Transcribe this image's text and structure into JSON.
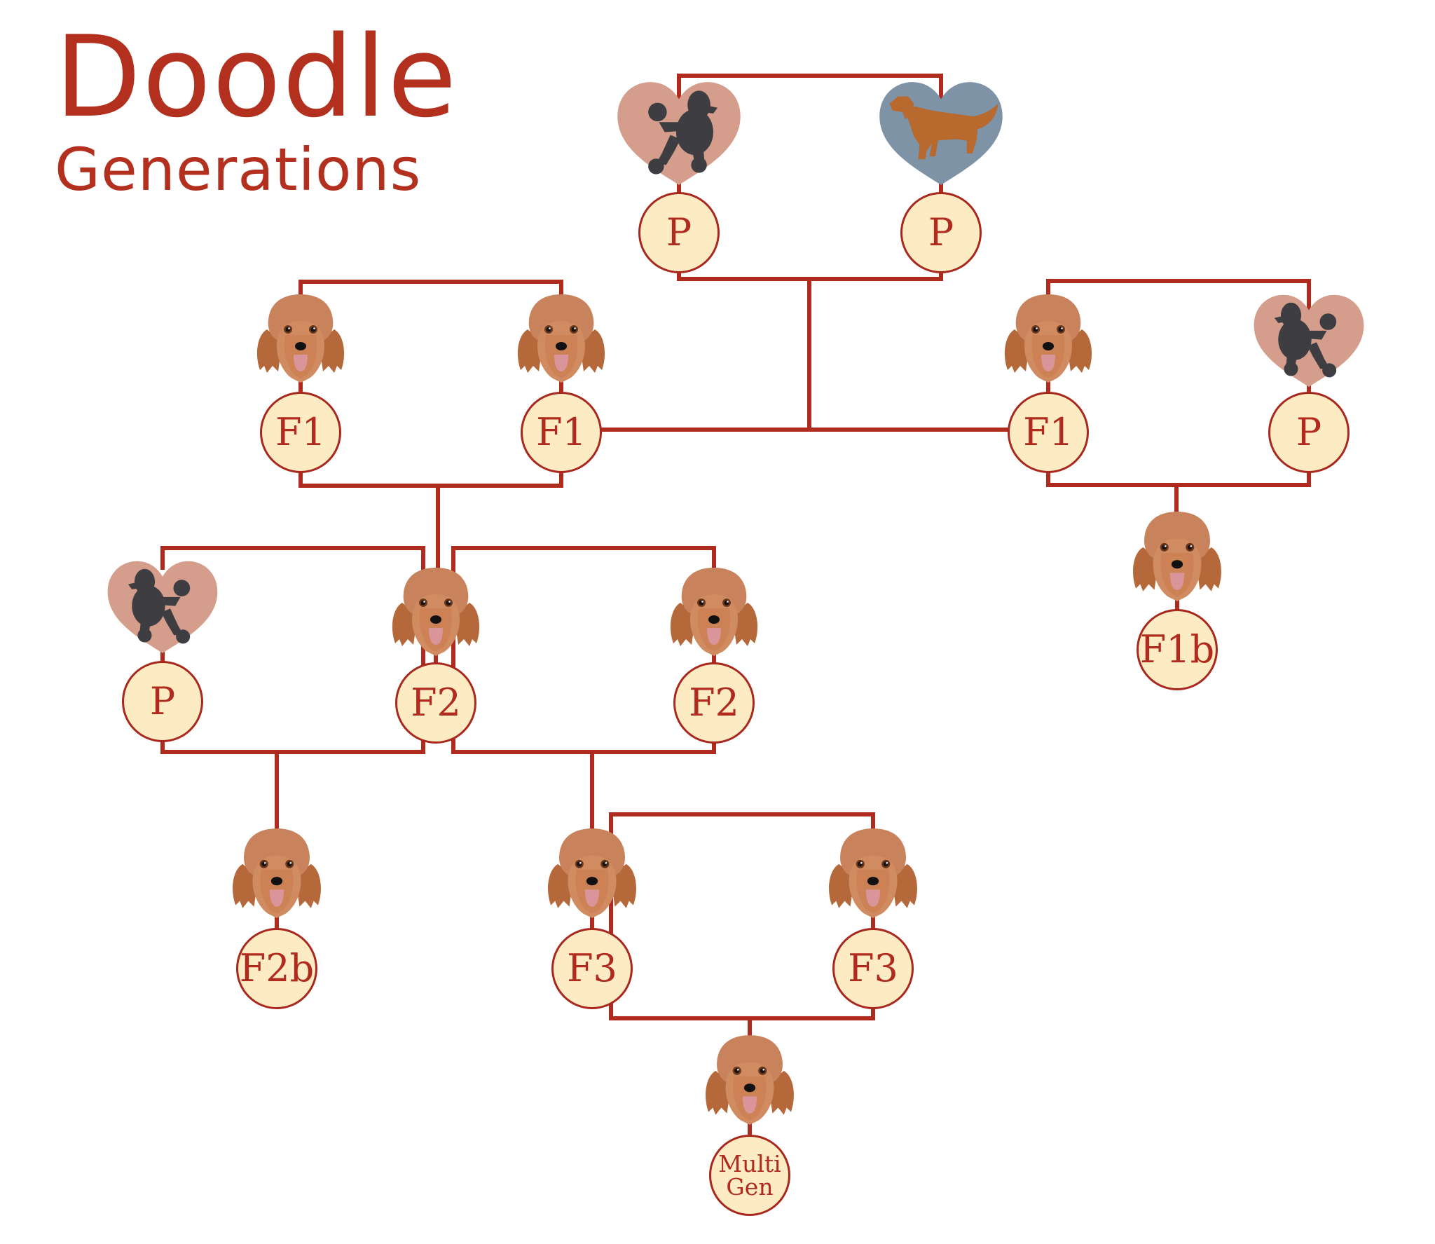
{
  "title": {
    "line1": "Doodle",
    "line2": "Generations"
  },
  "colors": {
    "line": "#B02A1E",
    "node_fill": "#FCEBC3",
    "node_stroke": "#A8281E",
    "title": "#B3301F",
    "poodle_heart": "#D59D8B",
    "retriever_heart": "#7F93A6",
    "poodle": "#3E3E42",
    "retriever": "#B8692E",
    "doodle_fur": "#C47A4F"
  },
  "nodes": {
    "p_poodle_top": {
      "label": "P",
      "icon": "poodle-heart-icon"
    },
    "p_retriever_top": {
      "label": "P",
      "icon": "golden-retriever-heart-icon"
    },
    "f1_a": {
      "label": "F1",
      "icon": "doodle-head-icon"
    },
    "f1_b": {
      "label": "F1",
      "icon": "doodle-head-icon"
    },
    "f1_c": {
      "label": "F1",
      "icon": "doodle-head-icon"
    },
    "p_poodle_right": {
      "label": "P",
      "icon": "poodle-heart-icon"
    },
    "f1b": {
      "label": "F1b",
      "icon": "doodle-head-icon"
    },
    "p_poodle_left": {
      "label": "P",
      "icon": "poodle-heart-icon"
    },
    "f2_a": {
      "label": "F2",
      "icon": "doodle-head-icon"
    },
    "f2_b": {
      "label": "F2",
      "icon": "doodle-head-icon"
    },
    "f2b": {
      "label": "F2b",
      "icon": "doodle-head-icon"
    },
    "f3_a": {
      "label": "F3",
      "icon": "doodle-head-icon"
    },
    "f3_b": {
      "label": "F3",
      "icon": "doodle-head-icon"
    },
    "multigen": {
      "label_line1": "Multi",
      "label_line2": "Gen",
      "icon": "doodle-head-icon"
    }
  },
  "relationships": [
    {
      "parents": [
        "P (Poodle)",
        "P (Golden Retriever)"
      ],
      "offspring": "F1"
    },
    {
      "parents": [
        "F1",
        "P (Poodle)"
      ],
      "offspring": "F1b"
    },
    {
      "parents": [
        "F1",
        "F1"
      ],
      "offspring": "F2"
    },
    {
      "parents": [
        "P (Poodle)",
        "F2"
      ],
      "offspring": "F2b"
    },
    {
      "parents": [
        "F2",
        "F2"
      ],
      "offspring": "F3"
    },
    {
      "parents": [
        "F3",
        "F3"
      ],
      "offspring": "Multi Gen"
    }
  ]
}
